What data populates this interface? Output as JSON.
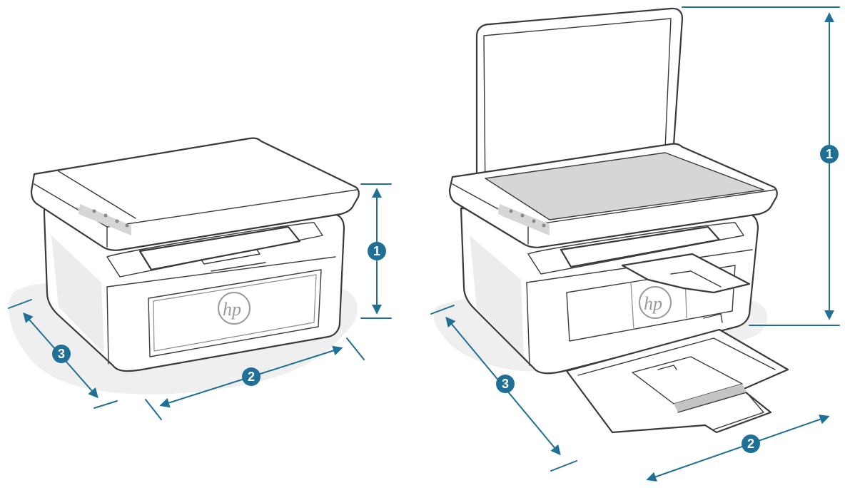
{
  "colors": {
    "accent": "#1f6f96",
    "outline": "#3a3a3a",
    "panel_grey": "#d6d6d6"
  },
  "brand_logo": "hp",
  "figures": [
    {
      "name": "printer-lid-closed",
      "dimensions": [
        {
          "number": "1",
          "dimension": "height"
        },
        {
          "number": "2",
          "dimension": "width"
        },
        {
          "number": "3",
          "dimension": "depth"
        }
      ]
    },
    {
      "name": "printer-lid-open",
      "dimensions": [
        {
          "number": "1",
          "dimension": "height"
        },
        {
          "number": "2",
          "dimension": "width"
        },
        {
          "number": "3",
          "dimension": "depth"
        }
      ]
    }
  ]
}
